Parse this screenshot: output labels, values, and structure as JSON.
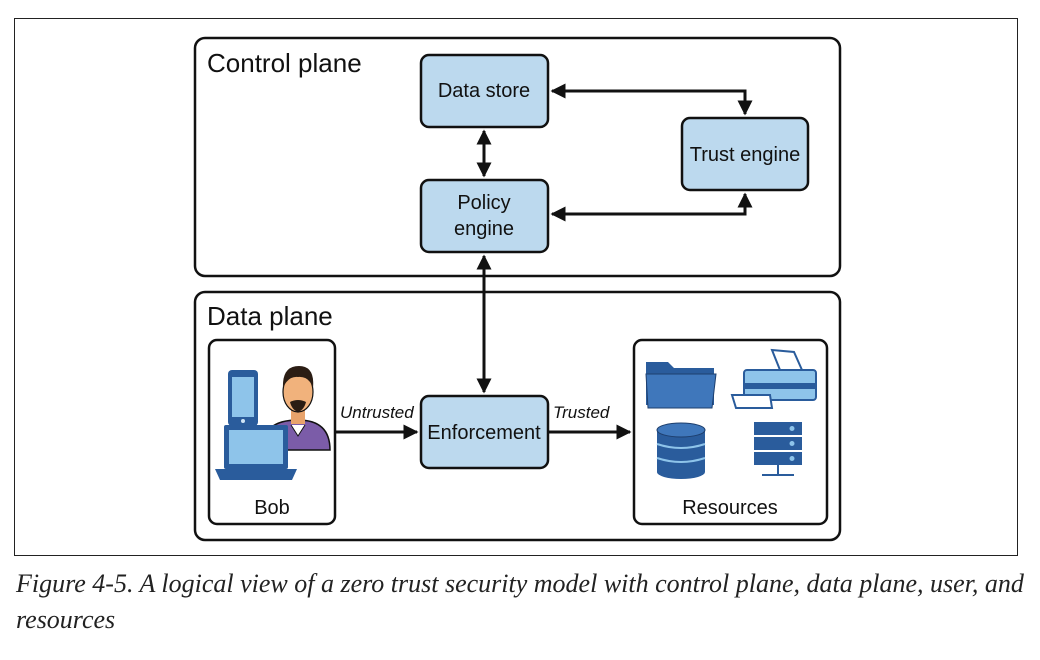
{
  "figure": {
    "control_plane_title": "Control plane",
    "data_plane_title": "Data plane",
    "nodes": {
      "data_store": "Data store",
      "trust_engine": "Trust engine",
      "policy_engine_line1": "Policy",
      "policy_engine_line2": "engine",
      "enforcement": "Enforcement",
      "user": "Bob",
      "resources": "Resources"
    },
    "edges": {
      "untrusted": "Untrusted",
      "trusted": "Trusted"
    },
    "icons": [
      "smartphone-icon",
      "laptop-icon",
      "person-icon",
      "folder-icon",
      "printer-icon",
      "database-icon",
      "server-icon"
    ],
    "colors": {
      "node_fill": "#bcd9ee",
      "stroke": "#111111",
      "icon_blue": "#2a5c9c"
    }
  },
  "caption": "Figure 4-5. A logical view of a zero trust security model with control plane, data plane, user, and resources"
}
